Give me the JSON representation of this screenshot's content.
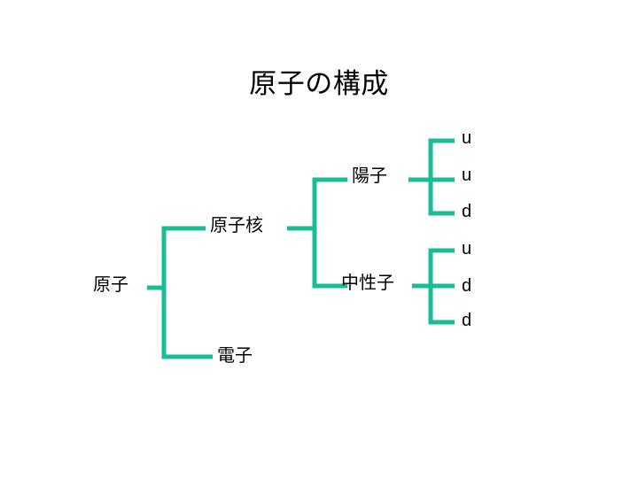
{
  "title": "原子の構成",
  "accent_color": "#18BD95",
  "text_color": "#000000",
  "background_color": "#FFFFFF",
  "diagram": {
    "type": "bracket-tree",
    "orientation": "left-to-right",
    "root": {
      "label": "原子",
      "children": [
        {
          "label": "原子核",
          "children": [
            {
              "label": "陽子",
              "children": [
                {
                  "label": "u"
                },
                {
                  "label": "u"
                },
                {
                  "label": "d"
                }
              ]
            },
            {
              "label": "中性子",
              "children": [
                {
                  "label": "u"
                },
                {
                  "label": "d"
                },
                {
                  "label": "d"
                }
              ]
            }
          ]
        },
        {
          "label": "電子",
          "children": []
        }
      ]
    }
  },
  "labels": {
    "atom": "原子",
    "nucleus": "原子核",
    "electron": "電子",
    "proton": "陽子",
    "neutron": "中性子",
    "proton_quarks": [
      "u",
      "u",
      "d"
    ],
    "neutron_quarks": [
      "u",
      "d",
      "d"
    ]
  }
}
